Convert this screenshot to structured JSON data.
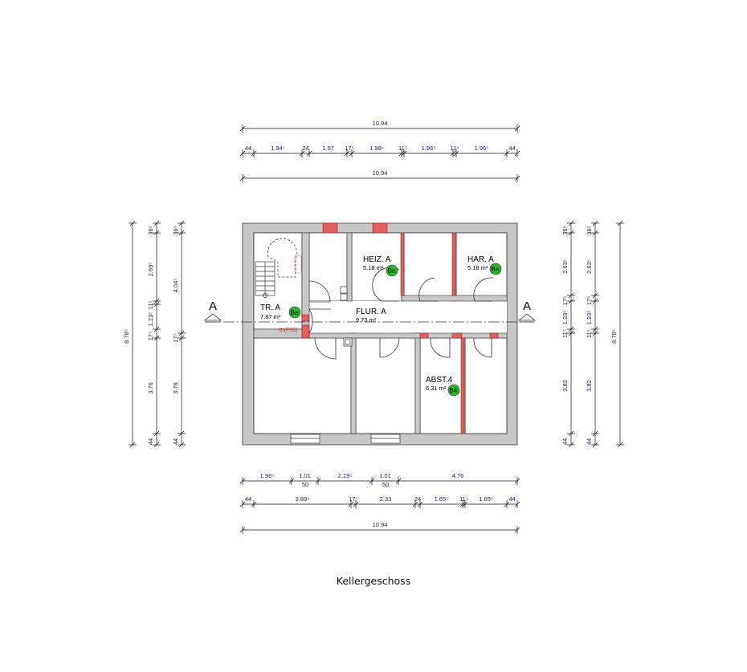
{
  "caption": "Kellergeschoss",
  "section_marker": "A",
  "dims": {
    "top_overall": "10.94",
    "top_chain": [
      "44",
      "1.94⁵",
      "24",
      "1.57",
      "17⁵",
      "1.96⁵",
      "11⁵",
      "1.96⁵",
      "11⁵",
      "1.96⁵",
      "44"
    ],
    "top_overall2": "10.94",
    "bottom_chain1": [
      "1.96⁵",
      "1.01",
      "2.19⁵",
      "1.01",
      "4.76"
    ],
    "bottom_chain1_sub": [
      "50",
      "50"
    ],
    "bottom_chain2": [
      "44",
      "3.89⁵",
      "17⁵",
      "2.33",
      "24",
      "1.65⁵",
      "11⁵",
      "1.65⁵",
      "44"
    ],
    "bottom_overall": "10.94",
    "left_overall": "8.78⁵",
    "left_chain_a": [
      "36⁵",
      "2.69⁵",
      "11⁵",
      "1.23⁵",
      "17⁵",
      "3.76",
      "44"
    ],
    "left_chain_b": [
      "36⁵",
      "4.04⁵",
      "17⁵",
      "3.76",
      "44"
    ],
    "right_chain_a": [
      "36⁵",
      "2.63⁵",
      "17⁵",
      "1.23⁵",
      "11⁵",
      "3.82",
      "44"
    ],
    "right_chain_b": [
      "36⁵",
      "2.63⁵",
      "17⁵",
      "1.23⁵",
      "11⁵",
      "3.82",
      "44"
    ],
    "right_overall": "8.78⁵"
  },
  "rooms": [
    {
      "name": "TR. A",
      "area": "7.87 m²",
      "badge": "Ba"
    },
    {
      "name": "HEIZ. A",
      "area": "5.18 m²",
      "badge": "Ba"
    },
    {
      "name": "HAR. A",
      "area": "5.18 m²",
      "badge": "Ba"
    },
    {
      "name": "FLUR. A",
      "area": "9.73 m²",
      "badge": ""
    },
    {
      "name": "ABST.4",
      "area": "6.31 m²",
      "badge": "B4"
    }
  ],
  "fire_door_label": "th(F30)",
  "colors": {
    "wall": "#c8c8c8",
    "chimney": "#e06060",
    "badge": "#22bb22",
    "dimension": "#1a1a66"
  }
}
